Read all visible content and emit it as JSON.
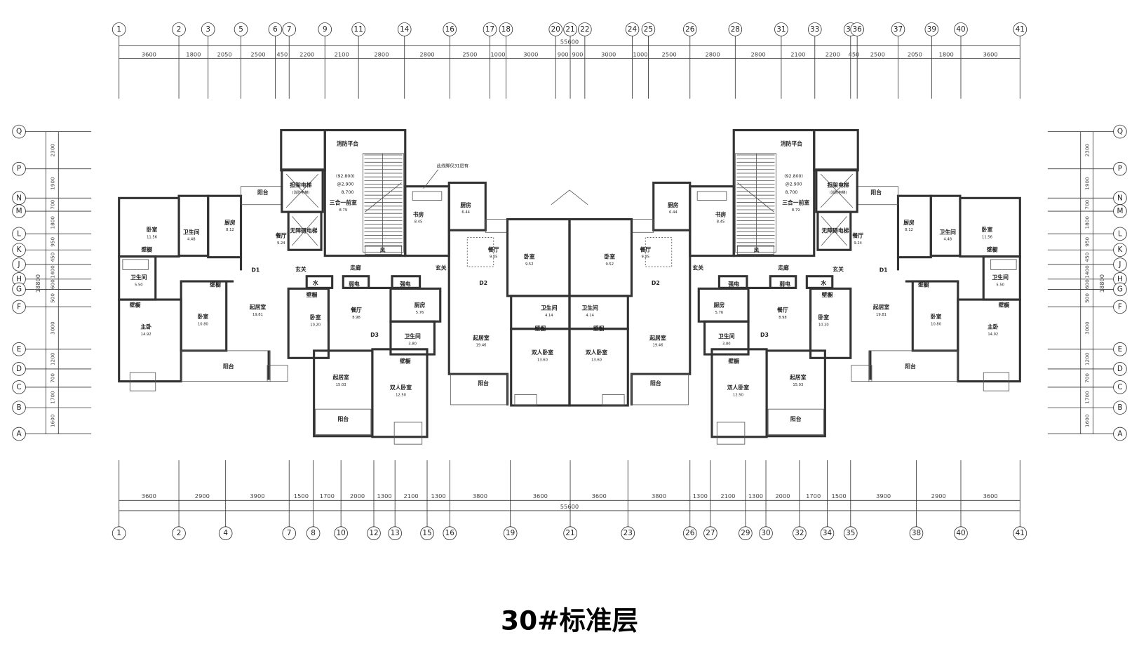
{
  "title": "30#标准层",
  "overall_dimension": "55600",
  "overall_depth": "18800",
  "top_axis": {
    "labels": [
      "1",
      "2",
      "3",
      "5",
      "6",
      "7",
      "9",
      "11",
      "14",
      "16",
      "17",
      "18",
      "20",
      "21",
      "22",
      "24",
      "25",
      "26",
      "28",
      "31",
      "33",
      "35",
      "36",
      "37",
      "39",
      "40",
      "41"
    ],
    "dims": [
      "3600",
      "1800",
      "2050",
      "2500",
      "450",
      "2200",
      "2100",
      "2800",
      "2800",
      "2500",
      "1000",
      "3000",
      "900",
      "900",
      "3000",
      "1000",
      "2500",
      "2800",
      "2800",
      "2100",
      "2200",
      "450",
      "2500",
      "2050",
      "1800",
      "3600"
    ]
  },
  "bottom_axis": {
    "labels": [
      "1",
      "2",
      "4",
      "7",
      "8",
      "10",
      "12",
      "13",
      "15",
      "16",
      "19",
      "21",
      "23",
      "26",
      "27",
      "29",
      "30",
      "32",
      "34",
      "35",
      "38",
      "40",
      "41"
    ],
    "dims": [
      "3600",
      "2900",
      "3900",
      "1500",
      "1700",
      "2000",
      "1300",
      "2100",
      "1300",
      "3800",
      "3600",
      "3600",
      "3800",
      "1300",
      "2100",
      "1300",
      "2000",
      "1700",
      "1500",
      "3900",
      "2900",
      "3600"
    ]
  },
  "side_axis": {
    "labels": [
      "Q",
      "P",
      "N",
      "M",
      "L",
      "K",
      "J",
      "H",
      "G",
      "F",
      "E",
      "D",
      "C",
      "B",
      "A"
    ],
    "dims": [
      "2300",
      "1900",
      "700",
      "1800",
      "950",
      "450",
      "1400",
      "600",
      "500",
      "3000",
      "1200",
      "700",
      "1700",
      "1600"
    ]
  },
  "plan": {
    "annotation": "此线脚仅31层有",
    "elev_note": [
      "(92.800)",
      "@2.900",
      "8.700"
    ],
    "rooms": [
      {
        "name": "消防平台",
        "area": ""
      },
      {
        "name": "担架电梯",
        "area": "(消防电梯)"
      },
      {
        "name": "三合一前室",
        "area": "8.79"
      },
      {
        "name": "无障碍电梯",
        "area": ""
      },
      {
        "name": "风",
        "area": ""
      },
      {
        "name": "阳台",
        "area": ""
      },
      {
        "name": "卧室",
        "area": "11.56"
      },
      {
        "name": "卫生间",
        "area": "4.48"
      },
      {
        "name": "厨房",
        "area": "8.12"
      },
      {
        "name": "餐厅",
        "area": "9.24"
      },
      {
        "name": "D1",
        "area": ""
      },
      {
        "name": "玄关",
        "area": ""
      },
      {
        "name": "走廊",
        "area": ""
      },
      {
        "name": "卫生间",
        "area": "5.50"
      },
      {
        "name": "主卧",
        "area": "14.92"
      },
      {
        "name": "卧室",
        "area": "10.80"
      },
      {
        "name": "起居室",
        "area": "19.81"
      },
      {
        "name": "阳台",
        "area": ""
      },
      {
        "name": "水",
        "area": ""
      },
      {
        "name": "弱电",
        "area": ""
      },
      {
        "name": "强电",
        "area": ""
      },
      {
        "name": "卧室",
        "area": "10.20"
      },
      {
        "name": "餐厅",
        "area": "8.98"
      },
      {
        "name": "D3",
        "area": ""
      },
      {
        "name": "厨房",
        "area": "5.76"
      },
      {
        "name": "卫生间",
        "area": "3.80"
      },
      {
        "name": "起居室",
        "area": "15.03"
      },
      {
        "name": "双人卧室",
        "area": "12.50"
      },
      {
        "name": "阳台",
        "area": ""
      },
      {
        "name": "书房",
        "area": "8.45"
      },
      {
        "name": "厨房",
        "area": "6.44"
      },
      {
        "name": "玄关",
        "area": ""
      },
      {
        "name": "餐厅",
        "area": "9.25"
      },
      {
        "name": "卧室",
        "area": "9.52"
      },
      {
        "name": "D2",
        "area": ""
      },
      {
        "name": "卫生间",
        "area": "4.14"
      },
      {
        "name": "起居室",
        "area": "19.46"
      },
      {
        "name": "双人卧室",
        "area": "13.60"
      },
      {
        "name": "阳台",
        "area": ""
      },
      {
        "name": "壁橱",
        "area": ""
      },
      {
        "name": "壁橱",
        "area": ""
      },
      {
        "name": "壁橱",
        "area": ""
      },
      {
        "name": "壁橱",
        "area": ""
      },
      {
        "name": "壁橱",
        "area": ""
      },
      {
        "name": "壁橱",
        "area": ""
      }
    ]
  }
}
